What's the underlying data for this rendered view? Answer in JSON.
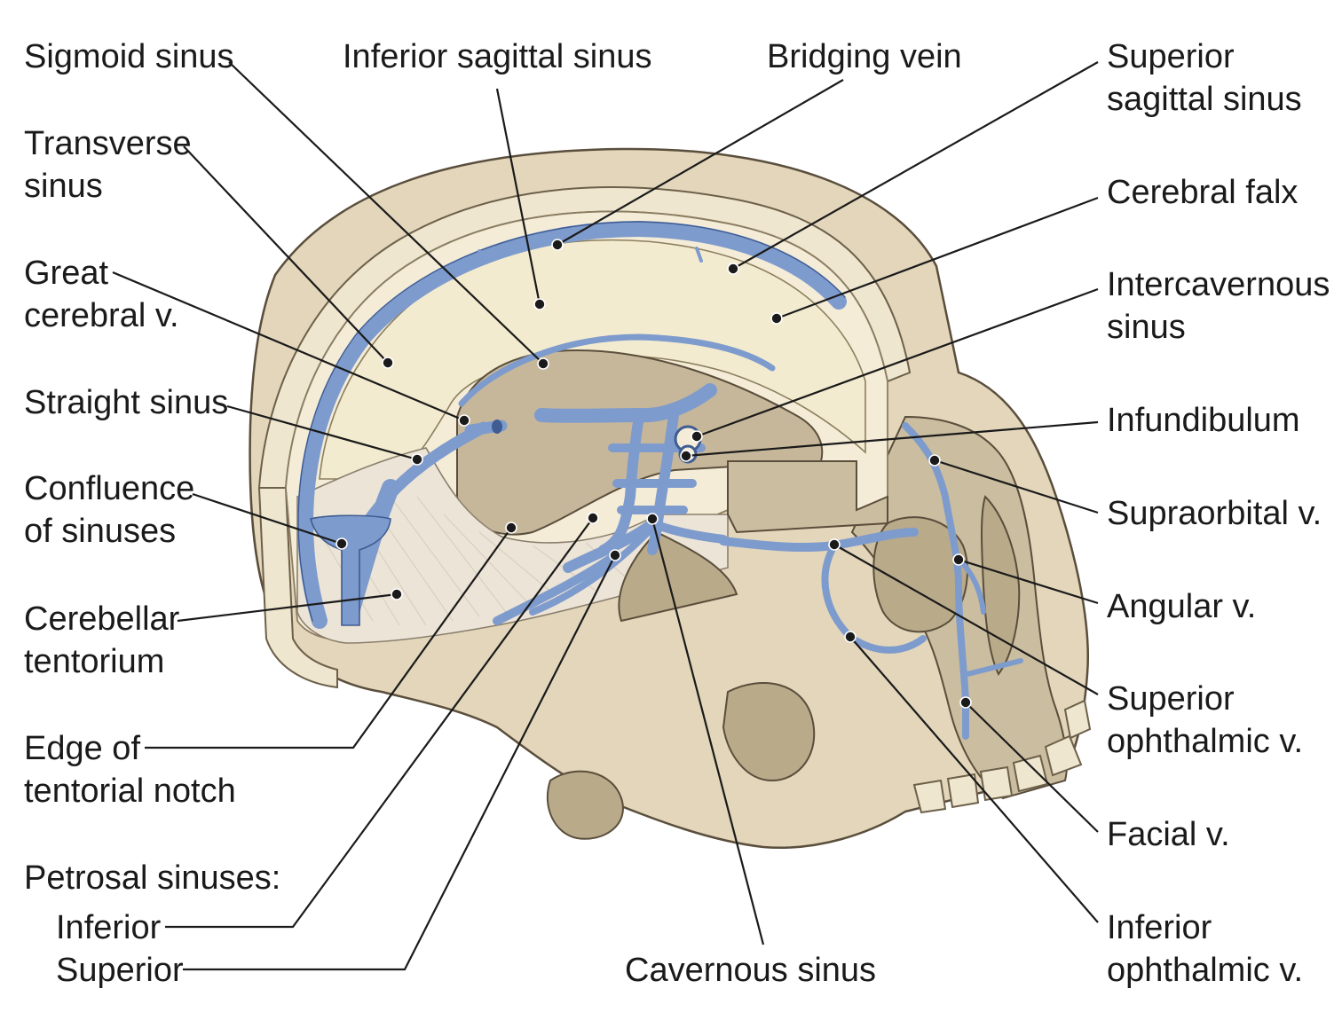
{
  "labels": {
    "sigmoid_sinus": "Sigmoid sinus",
    "inferior_sagittal_sinus": "Inferior sagittal sinus",
    "bridging_vein": "Bridging vein",
    "superior_sagittal_sinus": [
      "Superior",
      "sagittal sinus"
    ],
    "transverse_sinus": [
      "Transverse",
      "sinus"
    ],
    "cerebral_falx": "Cerebral falx",
    "great_cerebral_v": [
      "Great",
      "cerebral v."
    ],
    "intercavernous_sinus": [
      "Intercavernous",
      "sinus"
    ],
    "straight_sinus": "Straight sinus",
    "infundibulum": "Infundibulum",
    "confluence_of_sinuses": [
      "Confluence",
      "of sinuses"
    ],
    "supraorbital_v": "Supraorbital v.",
    "cerebellar_tentorium": [
      "Cerebellar",
      "tentorium"
    ],
    "angular_v": "Angular v.",
    "superior_ophthalmic_v": [
      "Superior",
      "ophthalmic v."
    ],
    "edge_of_tentorial_notch": [
      "Edge of",
      "tentorial notch"
    ],
    "facial_v": "Facial v.",
    "petrosal_sinuses": "Petrosal sinuses:",
    "petrosal_inferior": "Inferior",
    "petrosal_superior": "Superior",
    "cavernous_sinus": "Cavernous sinus",
    "inferior_ophthalmic_v": [
      "Inferior",
      "ophthalmic v."
    ]
  },
  "colors": {
    "bone": "#e3d6bb",
    "dura": "#f4ecd7",
    "vein": "#7e9bcd",
    "vein_outline": "#3f5c93",
    "leader_line": "#1a1a1a"
  }
}
